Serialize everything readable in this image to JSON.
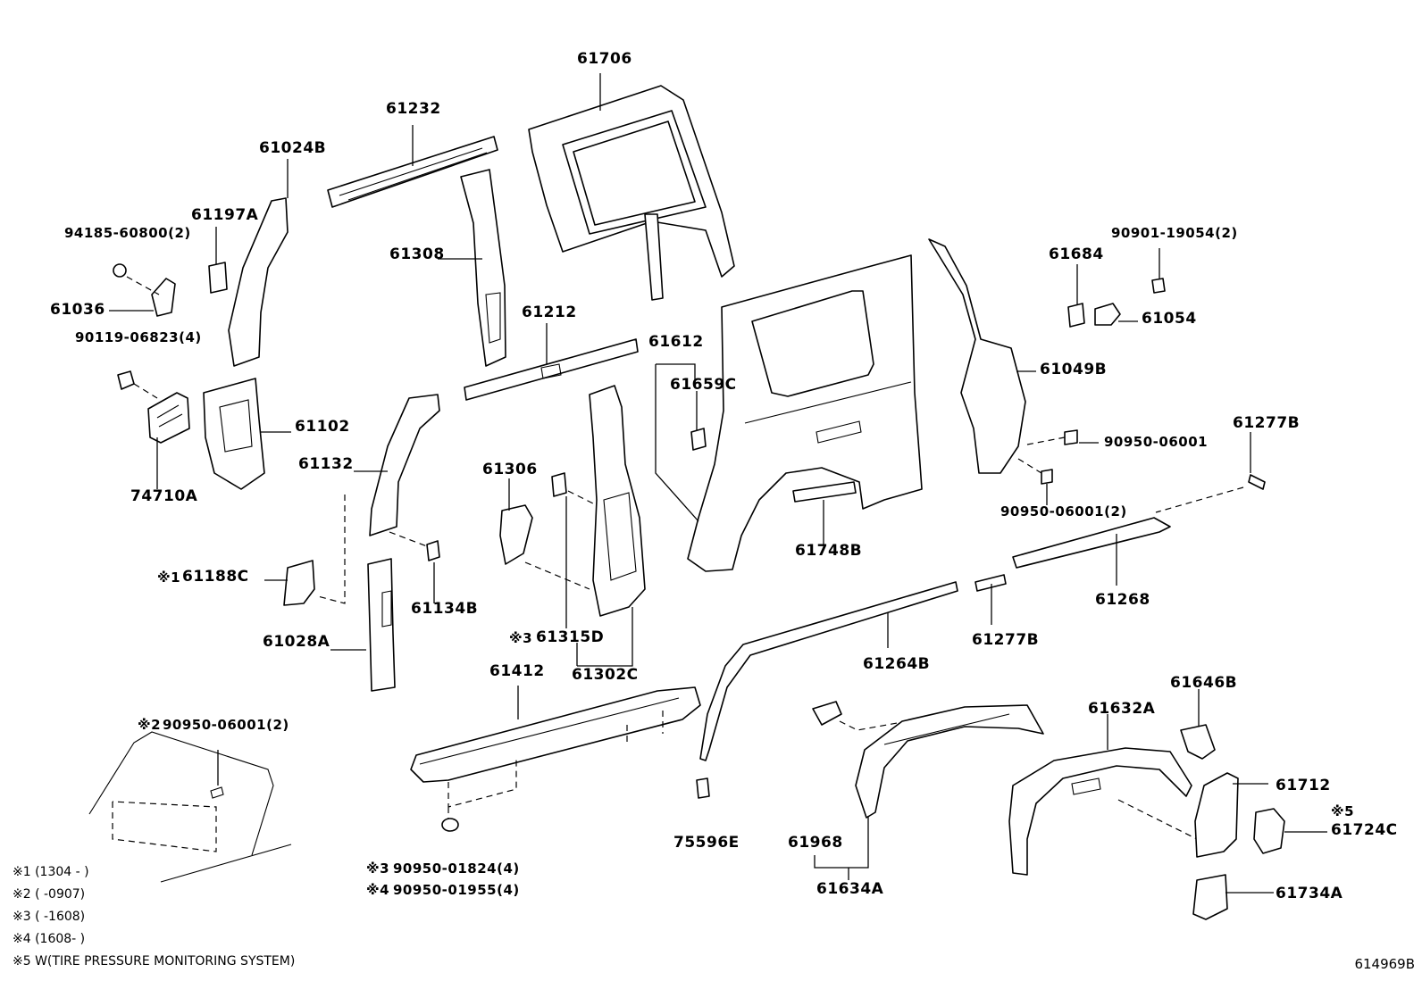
{
  "diagram": {
    "part_labels": [
      "61706",
      "61232",
      "61024B",
      "61197A",
      "94185-60800(2)",
      "61036",
      "90119-06823(4)",
      "74710A",
      "61102",
      "61308",
      "61212",
      "61132",
      "61306",
      "61612",
      "61659C",
      "61188C",
      "61134B",
      "61028A",
      "61315D",
      "61302C",
      "61412",
      "61748B",
      "61684",
      "90901-19054(2)",
      "61054",
      "61049B",
      "90950-06001",
      "90950-06001(2)",
      "61277B",
      "61268",
      "61277B",
      "61264B",
      "61646B",
      "61632A",
      "61712",
      "61724C",
      "61734A",
      "61968",
      "61634A",
      "75596E",
      "90950-06001(2)",
      "90950-01824(4)",
      "90950-01955(4)"
    ],
    "markers": {
      "m1": "※1",
      "m2": "※2",
      "m3": "※3",
      "m3b": "※3",
      "m4": "※4",
      "m5": "※5"
    },
    "notes": [
      "※1 (1304 -      )",
      "※2 (       -0907)",
      "※3 (       -1608)",
      "※4 (1608-       )",
      "※5 W(TIRE PRESSURE MONITORING SYSTEM)"
    ],
    "reference": "614969B"
  }
}
